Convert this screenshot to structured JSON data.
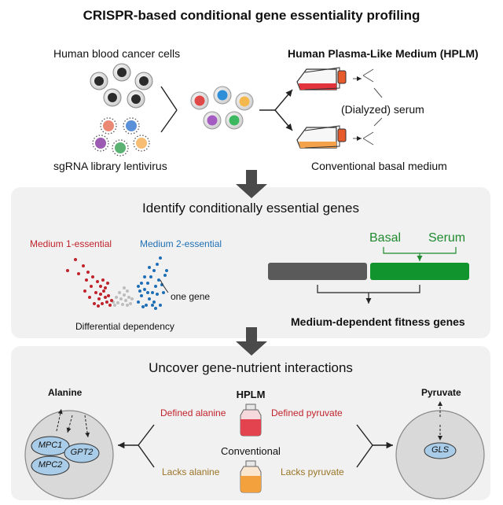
{
  "title": "CRISPR-based conditional gene essentiality profiling",
  "top": {
    "cells_label": "Human blood cancer cells",
    "library_label": "sgRNA library lentivirus",
    "hplm_label": "Human Plasma-Like Medium (HPLM)",
    "serum_label": "(Dialyzed) serum",
    "conventional_label": "Conventional basal medium"
  },
  "middle": {
    "heading": "Identify conditionally essential genes",
    "medium1_label": "Medium 1-essential",
    "medium2_label": "Medium 2-essential",
    "one_gene_label": "one gene",
    "axis_label": "Differential dependency",
    "basal_label": "Basal",
    "serum_label": "Serum",
    "fitness_label": "Medium-dependent fitness genes"
  },
  "bottom": {
    "heading": "Uncover gene-nutrient interactions",
    "alanine_label": "Alanine",
    "pyruvate_label": "Pyruvate",
    "hplm_label": "HPLM",
    "conventional_label": "Conventional",
    "defined_alanine": "Defined alanine",
    "defined_pyruvate": "Defined pyruvate",
    "lacks_alanine": "Lacks alanine",
    "lacks_pyruvate": "Lacks pyruvate",
    "mpc1": "MPC1",
    "mpc2": "MPC2",
    "gpt2": "GPT2",
    "gls": "GLS"
  },
  "colors": {
    "medium1": "#c0232c",
    "medium2": "#1f6fb5",
    "green": "#1f8a2e",
    "defined": "#c0232c",
    "lacks": "#9a7426",
    "protein_fill": "#a9cde8",
    "cell_fill": "#d9d9d9",
    "panel_bg": "#f1f1f1",
    "dark_arrow": "#4a4a4a"
  }
}
